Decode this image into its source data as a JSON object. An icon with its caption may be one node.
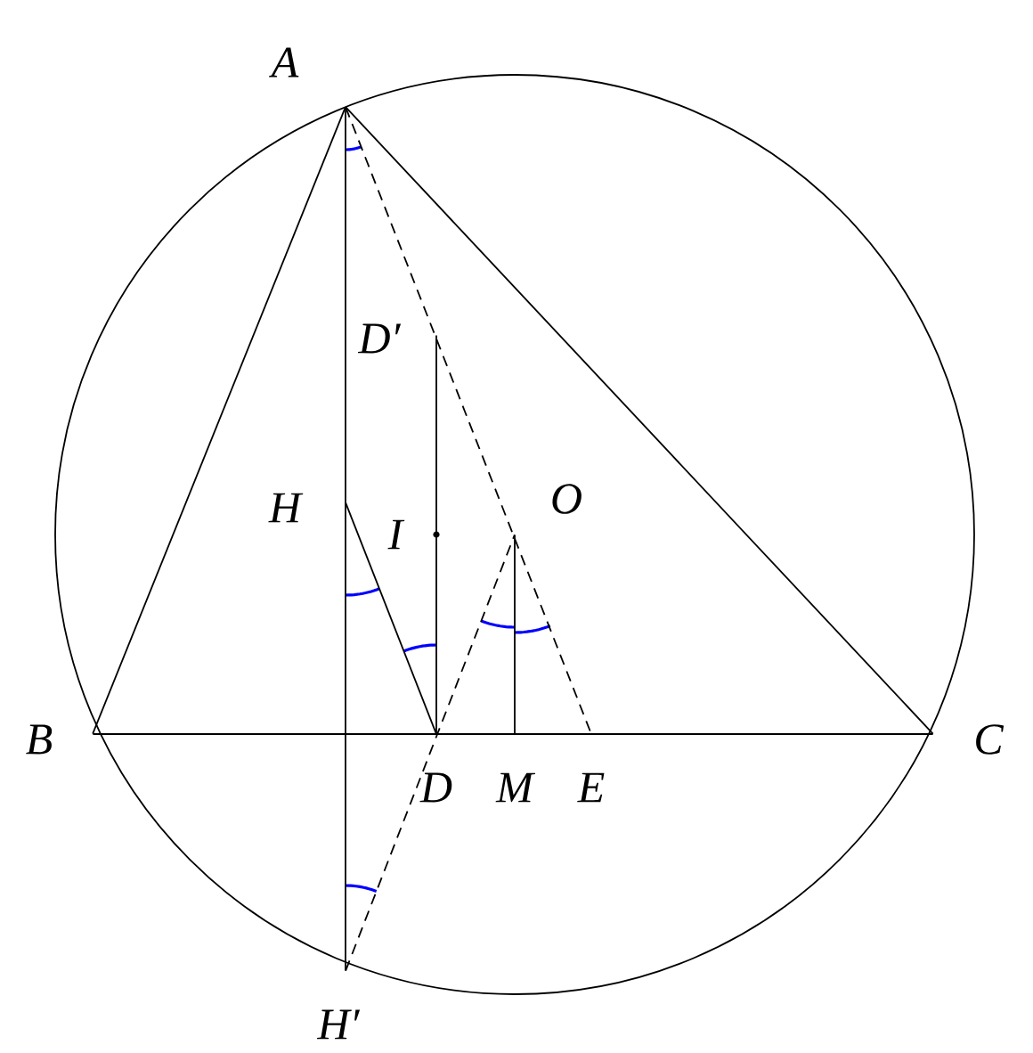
{
  "diagram": {
    "nodes": [
      {
        "text": [
          "A"
        ]
      },
      {
        "text": [
          "B"
        ]
      },
      {
        "text": [
          "C"
        ]
      },
      {
        "text": [
          "H"
        ]
      },
      {
        "text": [
          "D′"
        ]
      },
      {
        "text": [
          "I"
        ]
      },
      {
        "text": [
          "O"
        ]
      },
      {
        "text": [
          "D"
        ]
      },
      {
        "text": [
          "M"
        ]
      },
      {
        "text": [
          "E"
        ]
      },
      {
        "text": [
          "H′"
        ]
      }
    ],
    "edges": [
      {
        "from": 0,
        "to": 1,
        "arrow": "none"
      },
      {
        "from": 0,
        "to": 2,
        "arrow": "none"
      },
      {
        "from": 1,
        "to": 2,
        "arrow": "none"
      },
      {
        "from": 0,
        "to": 10,
        "arrow": "none"
      },
      {
        "from": 3,
        "to": 7,
        "arrow": "none"
      },
      {
        "from": 4,
        "to": 7,
        "arrow": "none"
      },
      {
        "from": 6,
        "to": 8,
        "arrow": "none"
      },
      {
        "from": 0,
        "to": 9,
        "arrow": "none",
        "style": "dashed"
      },
      {
        "from": 10,
        "to": 6,
        "arrow": "none",
        "style": "dashed"
      }
    ]
  }
}
